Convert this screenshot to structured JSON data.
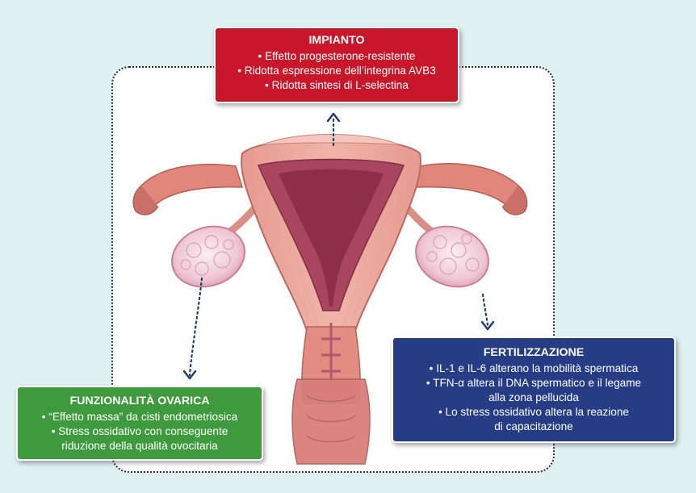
{
  "colors": {
    "background": "#dff0f1",
    "impianto": "#c8162a",
    "funzionalita": "#3f9a3e",
    "fertilizzazione": "#263d86",
    "connector": "#1f3a6e"
  },
  "boxes": {
    "impianto": {
      "title": "IMPIANTO",
      "items": [
        "• Effetto progesterone-resistente",
        "• Ridotta espressione dell’integrina AVB3",
        "• Ridotta sintesi di L-selectina"
      ]
    },
    "funzionalita": {
      "title": "FUNZIONALITÀ OVARICA",
      "items": [
        "• “Effetto massa” da cisti endometriosica",
        "• Stress ossidativo con conseguente\nriduzione della qualità ovocitaria"
      ]
    },
    "fertilizzazione": {
      "title": "FERTILIZZAZIONE",
      "items": [
        "• IL-1 e IL-6 alterano la mobilità spermatica",
        "• TFN-α altera il DNA spermatico e il legame\nalla zona pellucida",
        "• Lo stress ossidativo altera la reazione\ndi capacitazione"
      ]
    }
  }
}
